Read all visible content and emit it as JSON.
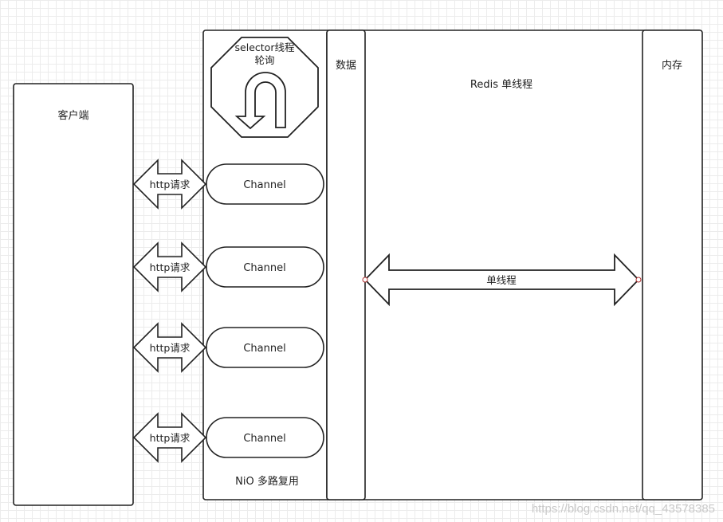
{
  "client": {
    "label": "客户端"
  },
  "selector": {
    "line1": "selector线程",
    "line2": "轮询"
  },
  "channels": [
    {
      "label": "Channel",
      "request_label": "http请求"
    },
    {
      "label": "Channel",
      "request_label": "http请求"
    },
    {
      "label": "Channel",
      "request_label": "http请求"
    },
    {
      "label": "Channel",
      "request_label": "http请求"
    }
  ],
  "nio": {
    "label": "NiO  多路复用"
  },
  "data": {
    "label": "数据"
  },
  "redis": {
    "label": "Redis 单线程"
  },
  "memory": {
    "label": "内存"
  },
  "single_thread_arrow": {
    "label": "单线程"
  },
  "watermark": "https://blog.csdn.net/qq_43578385"
}
